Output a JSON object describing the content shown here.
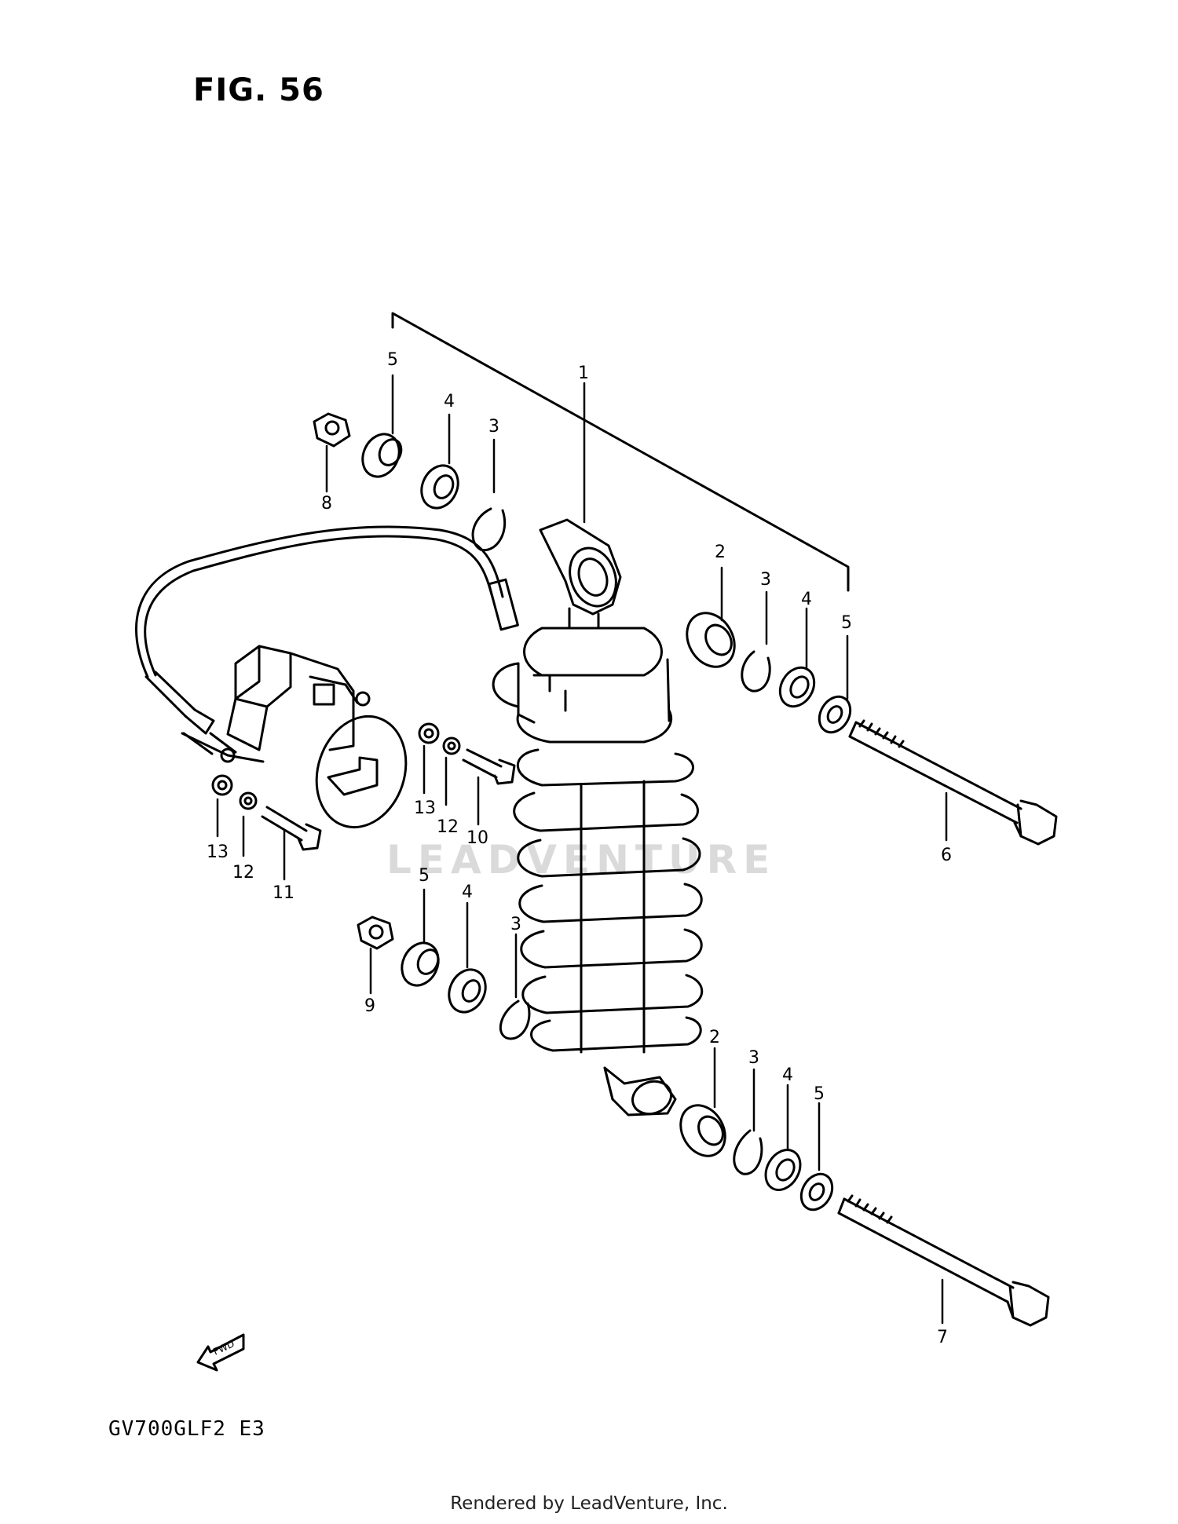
{
  "figure_label": "FIG. 56",
  "model_code": "GV700GLF2  E3",
  "footer_credit": "Rendered by LeadVenture, Inc.",
  "watermark": "LEADVENTURE",
  "fwd_label": "FWD",
  "callouts": [
    {
      "id": "c1",
      "text": "1"
    },
    {
      "id": "c2a",
      "text": "2"
    },
    {
      "id": "c2b",
      "text": "2"
    },
    {
      "id": "c3a",
      "text": "3"
    },
    {
      "id": "c3b",
      "text": "3"
    },
    {
      "id": "c3c",
      "text": "3"
    },
    {
      "id": "c3d",
      "text": "3"
    },
    {
      "id": "c4a",
      "text": "4"
    },
    {
      "id": "c4b",
      "text": "4"
    },
    {
      "id": "c4c",
      "text": "4"
    },
    {
      "id": "c4d",
      "text": "4"
    },
    {
      "id": "c5a",
      "text": "5"
    },
    {
      "id": "c5b",
      "text": "5"
    },
    {
      "id": "c5c",
      "text": "5"
    },
    {
      "id": "c5d",
      "text": "5"
    },
    {
      "id": "c6",
      "text": "6"
    },
    {
      "id": "c7",
      "text": "7"
    },
    {
      "id": "c8",
      "text": "8"
    },
    {
      "id": "c9",
      "text": "9"
    },
    {
      "id": "c10",
      "text": "10"
    },
    {
      "id": "c11",
      "text": "11"
    },
    {
      "id": "c12a",
      "text": "12"
    },
    {
      "id": "c12b",
      "text": "12"
    },
    {
      "id": "c13a",
      "text": "13"
    },
    {
      "id": "c13b",
      "text": "13"
    }
  ]
}
